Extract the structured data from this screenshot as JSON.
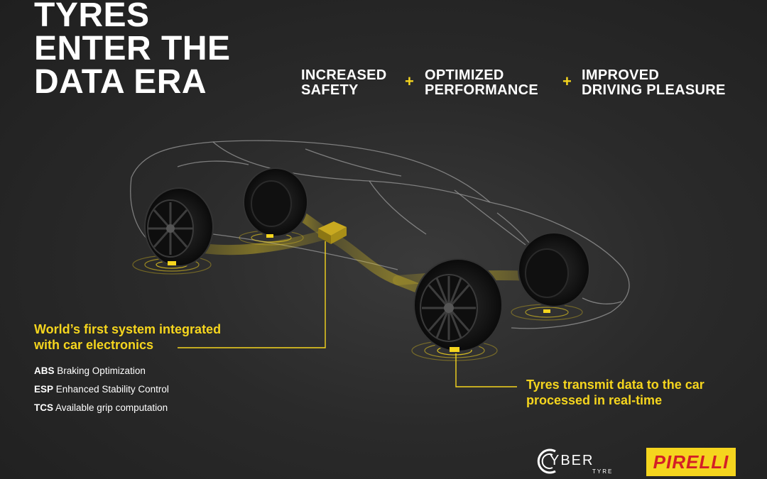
{
  "headline": {
    "line1": "TYRES",
    "line2": "ENTER THE",
    "line3": "DATA ERA"
  },
  "benefits": [
    {
      "line1": "INCREASED",
      "line2": "SAFETY"
    },
    {
      "line1": "OPTIMIZED",
      "line2": "PERFORMANCE"
    },
    {
      "line1": "IMPROVED",
      "line2": "DRIVING PLEASURE"
    }
  ],
  "plus_symbol": "+",
  "callouts": {
    "system": {
      "line1": "World’s first system integrated",
      "line2": "with car electronics"
    },
    "transmit": {
      "line1": "Tyres transmit data to the car",
      "line2": "processed in real-time"
    }
  },
  "features": [
    {
      "abbr": "ABS",
      "desc": "Braking Optimization"
    },
    {
      "abbr": "ESP",
      "desc": "Enhanced Stability Control"
    },
    {
      "abbr": "TCS",
      "desc": "Available grip computation"
    }
  ],
  "logos": {
    "cyber": {
      "main": "YBER",
      "sub": "TYRE"
    },
    "pirelli": "PIRELLI"
  },
  "colors": {
    "accent": "#f5d51e",
    "background": "#2a2a2a",
    "text": "#ffffff",
    "pirelli_red": "#d41f26"
  },
  "icons": [
    "car-outline-illustration",
    "tyre-icon",
    "sensor-signal-icon",
    "control-unit-icon"
  ]
}
